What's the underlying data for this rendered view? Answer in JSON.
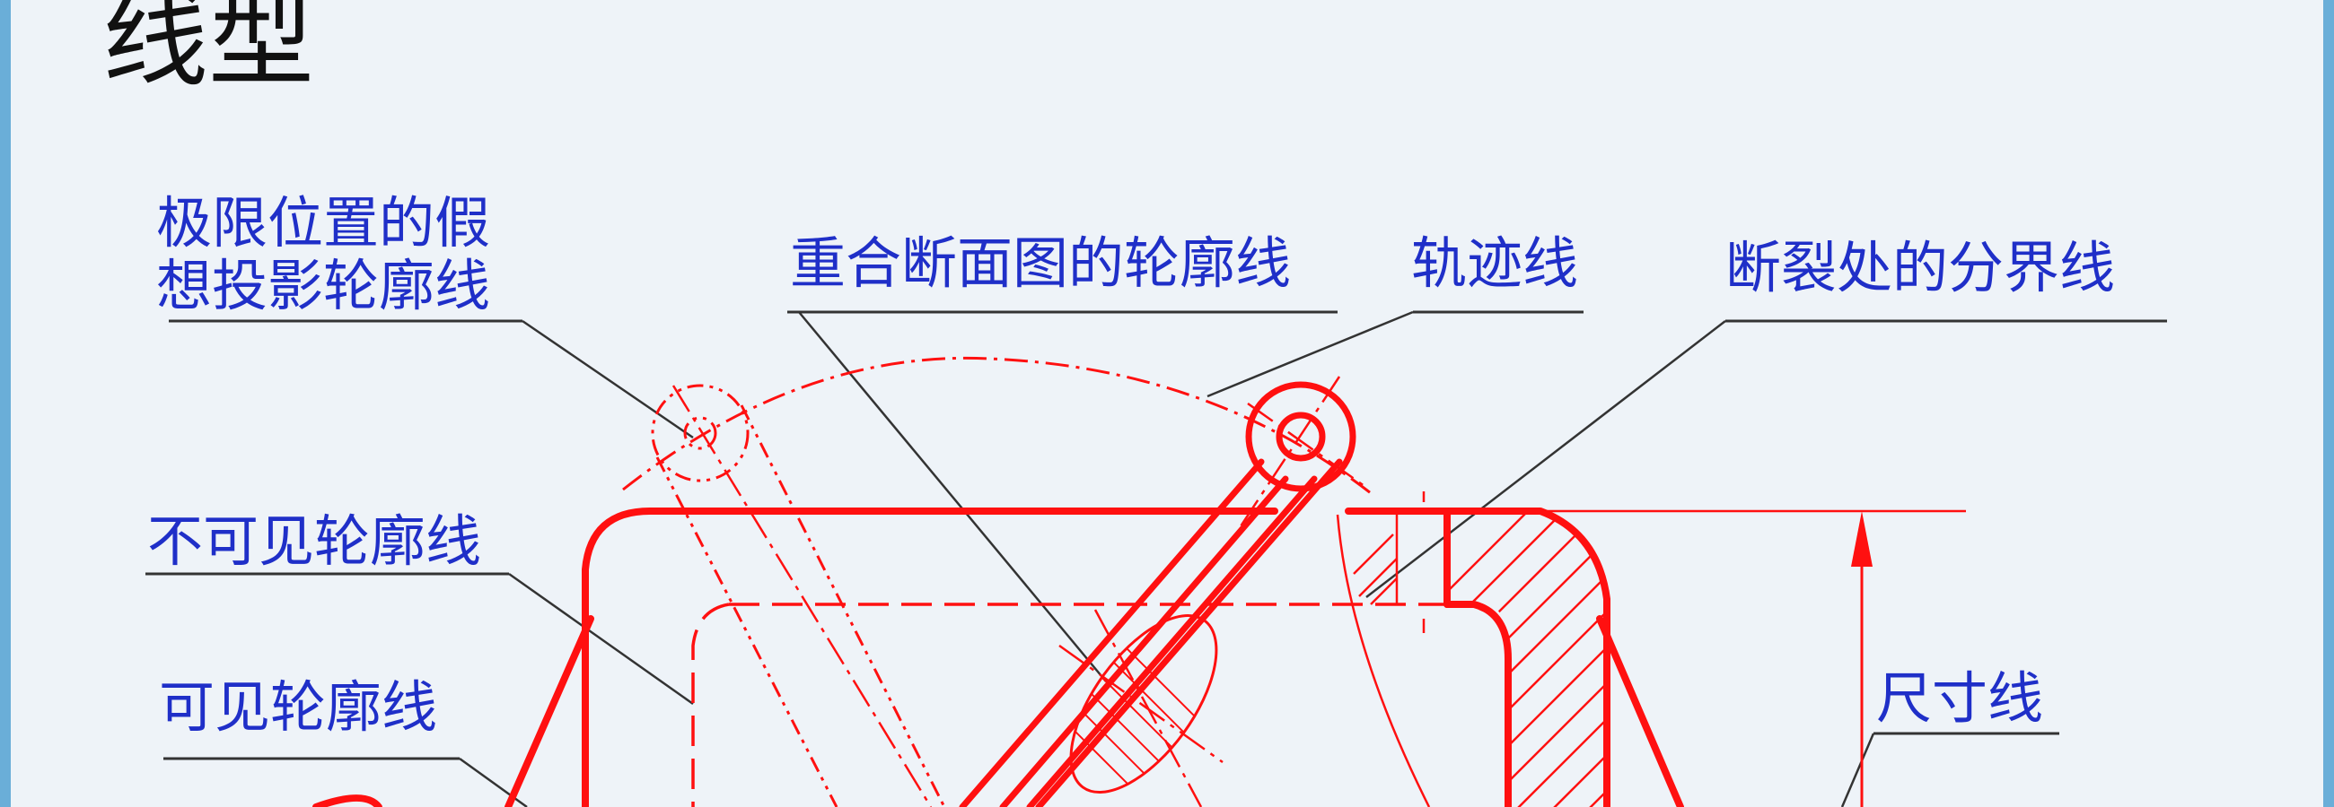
{
  "title": "线型",
  "labels": {
    "phantom_line": [
      "极限位置的假",
      "想投影轮廓线"
    ],
    "section_outline": "重合断面图的轮廓线",
    "track_line": "轨迹线",
    "break_line": "断裂处的分界线",
    "hidden_outline": "不可见轮廓线",
    "visible_outline": "可见轮廓线",
    "dimension_line": "尺寸线"
  },
  "colors": {
    "drawing_red": "#ff1010",
    "label_blue": "#1f2fc8",
    "leader_dark": "#333333",
    "background": "#eef3f8",
    "frame_blue": "#6aaed8"
  }
}
